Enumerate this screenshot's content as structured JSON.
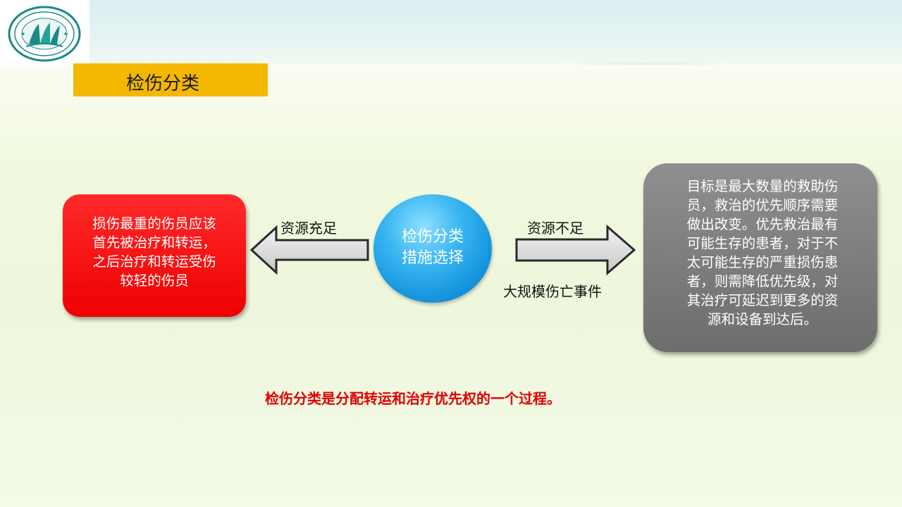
{
  "slide": {
    "title": "检伤分类",
    "center_lines": [
      "检伤分类",
      "措施选择"
    ],
    "left_label": "资源充足",
    "right_label": "资源不足",
    "bottom_label": "大规模伤亡事件",
    "left_box_lines": [
      "损伤最重的伤员应该",
      "首先被治疗和转运，",
      "之后治疗和转运受伤",
      "较轻的伤员"
    ],
    "right_box_lines": [
      "目标是最大数量的救助伤",
      "员，救治的优先顺序需要",
      "做出改变。优先救治最有",
      "可能生存的患者，对于不",
      "太可能生存的严重损伤患",
      "者，则需降低优先级，对",
      "其治疗可延迟到更多的资",
      "源和设备到达后。"
    ],
    "summary": "检伤分类是分配转运和治疗优先权的一个过程。"
  },
  "colors": {
    "title_bar": "#f5b800",
    "red_box": "#ee0000",
    "gray_box": "#7a7a7a",
    "circle": "#1595de",
    "summary_text": "#e00000",
    "arrow_fill": "#d6d6d6"
  },
  "icons": {
    "logo": "university-emblem-logo",
    "left_arrow": "arrow-left-icon",
    "right_arrow": "arrow-right-icon"
  }
}
